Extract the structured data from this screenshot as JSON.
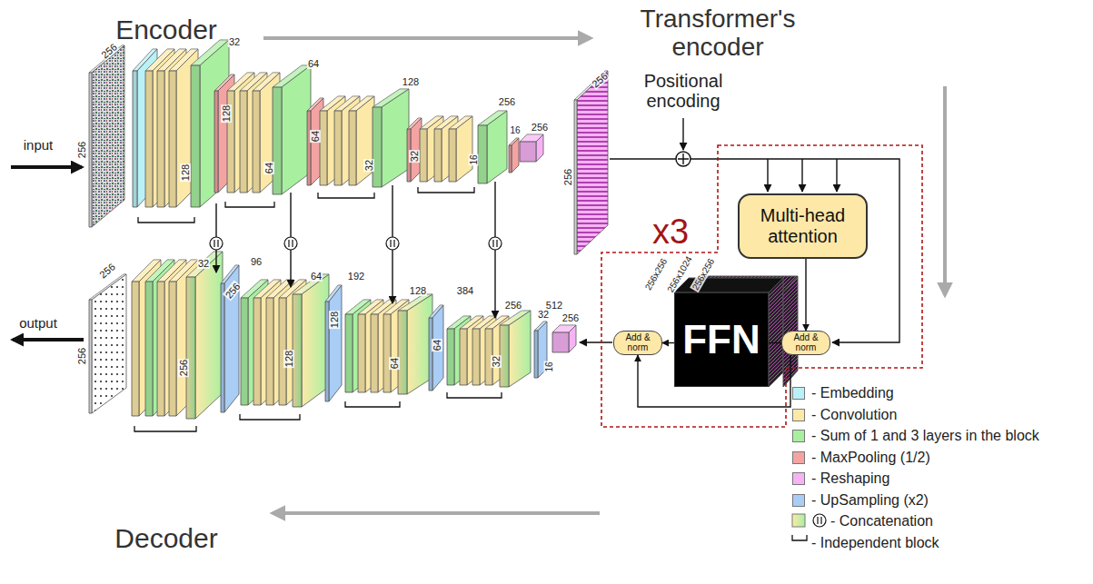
{
  "diagram": {
    "nodes": [
      {
        "text": [
          "Multi-head attention"
        ]
      },
      {
        "text": [
          "Add & norm"
        ]
      },
      {
        "text": [
          "FFN"
        ]
      },
      {
        "text": [
          "Add & norm"
        ]
      }
    ],
    "edges": [
      {
        "from": 0,
        "to": 1,
        "arrow": "to"
      },
      {
        "from": 1,
        "to": 2,
        "arrow": "none"
      },
      {
        "from": 2,
        "to": 3,
        "arrow": "to"
      },
      {
        "from": 1,
        "to": 3,
        "arrow": "to"
      }
    ],
    "labels": [
      "Encoder",
      "Transformer's encoder",
      "Decoder",
      "input",
      "output",
      "Positional encoding",
      "x3",
      "256",
      "256",
      "32",
      "128",
      "128",
      "64",
      "64",
      "64",
      "128",
      "32",
      "32",
      "256",
      "16",
      "16",
      "256",
      "256",
      "256",
      "256x256",
      "256x1024",
      "256x256",
      "32",
      "96",
      "256",
      "256",
      "64",
      "192",
      "128",
      "128",
      "128",
      "384",
      "64",
      "64",
      "256",
      "512",
      "32",
      "32",
      "16",
      "256",
      "256",
      "256"
    ],
    "legend": [
      {
        "text": "- Embedding",
        "color": "#b9f1f6"
      },
      {
        "text": "- Convolution",
        "color": "#fce9a8"
      },
      {
        "text": "- Sum of 1 and 3 layers in the block",
        "color": "#a8f0a0"
      },
      {
        "text": "- MaxPooling (1/2)",
        "color": "#f4a3a3"
      },
      {
        "text": "- Reshaping",
        "color": "#f6b3f4"
      },
      {
        "text": "- UpSampling (x2)",
        "color": "#a9cdf4"
      },
      {
        "text": "- Concatenation"
      },
      {
        "text": "- Independent block"
      }
    ]
  }
}
